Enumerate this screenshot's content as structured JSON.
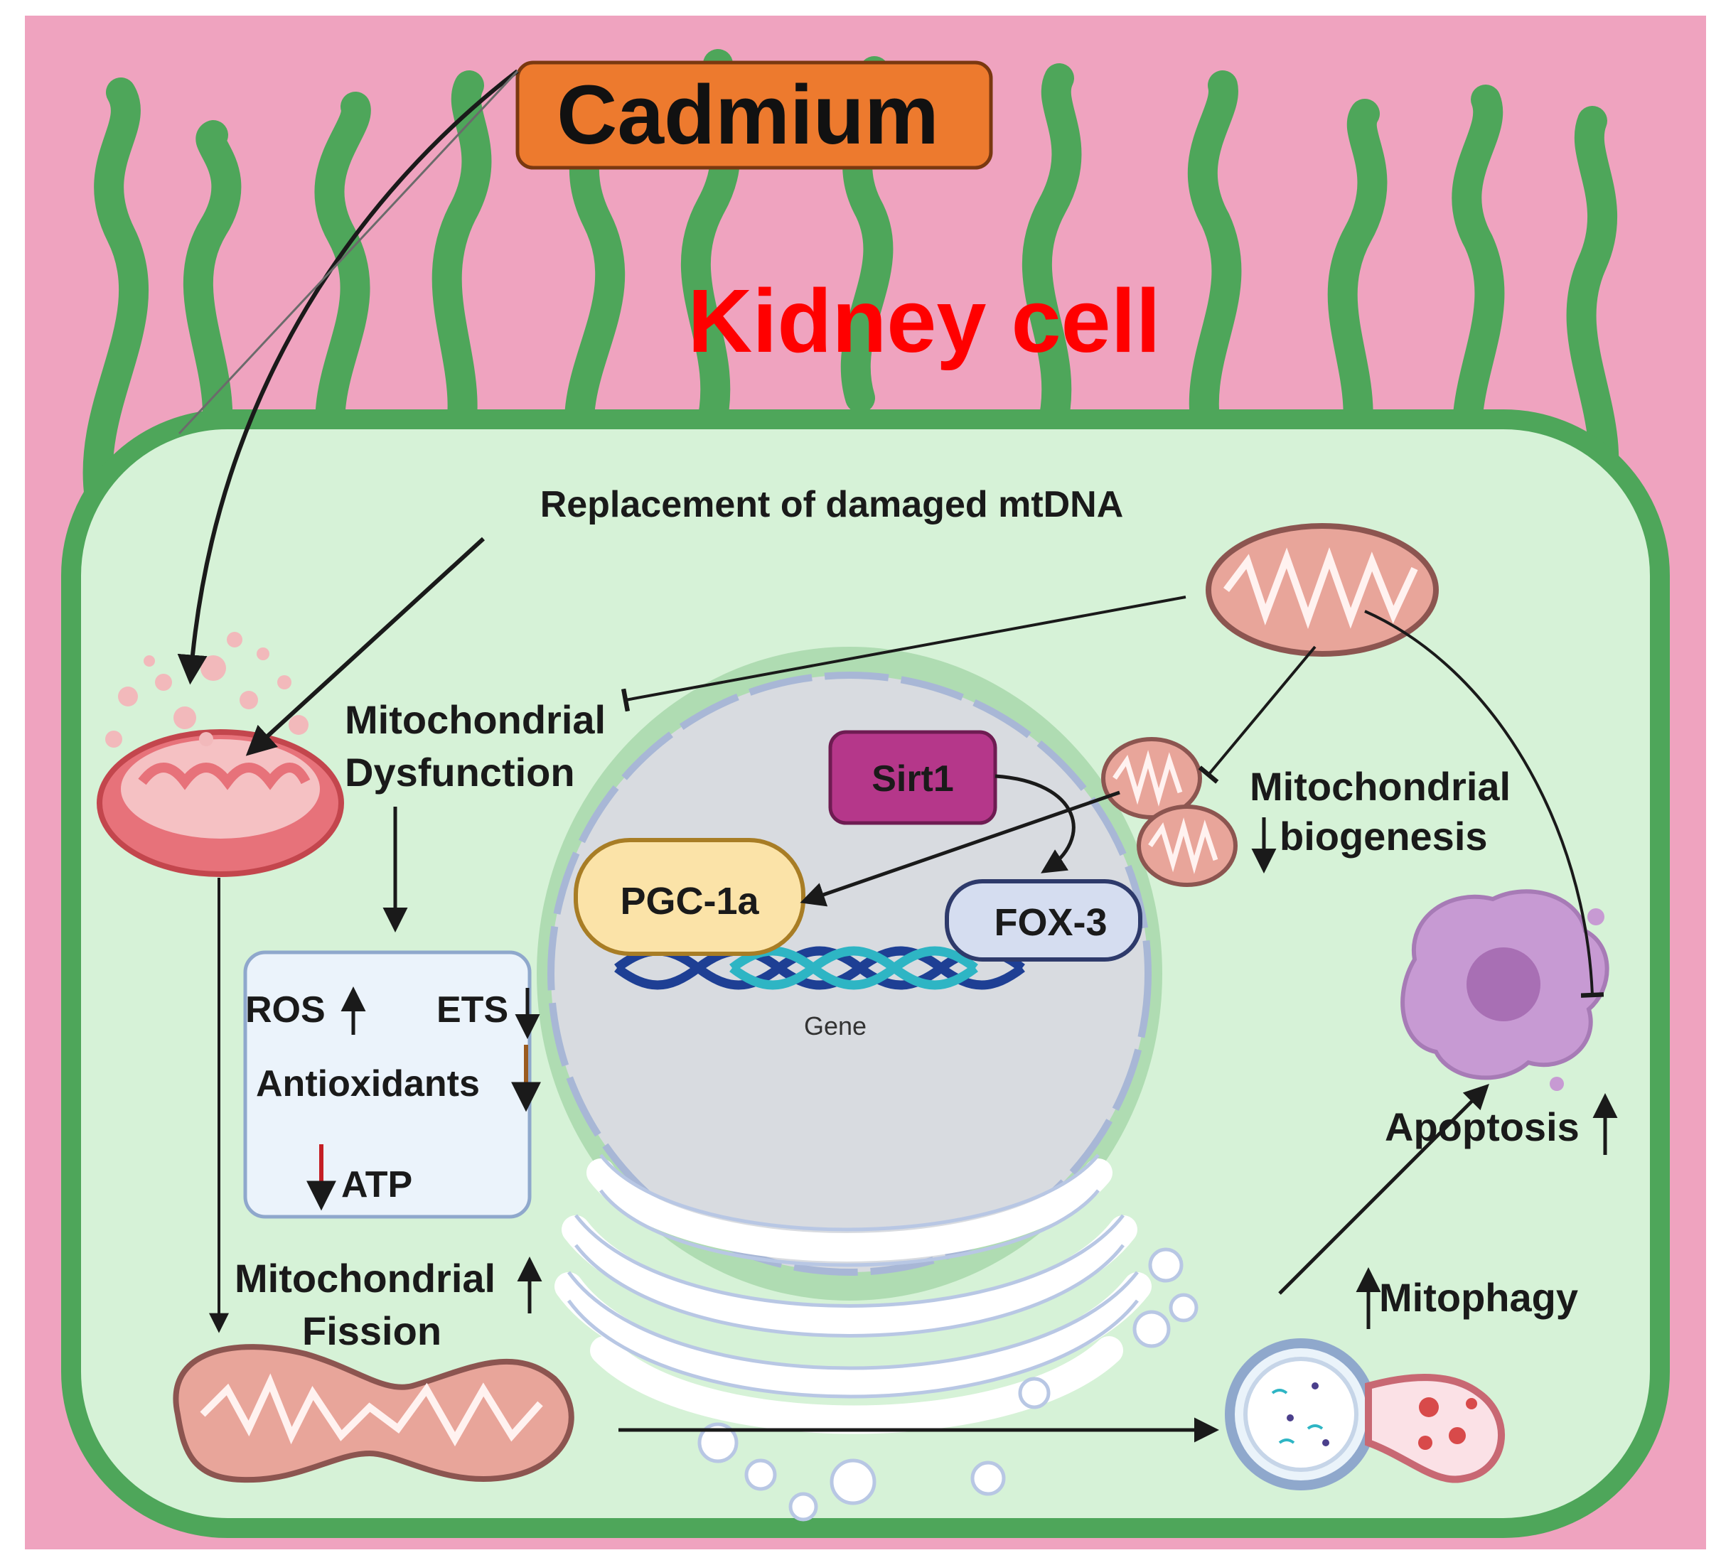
{
  "title": "Kidney cell",
  "cadmium_label": "Cadmium",
  "replacement_label": "Replacement of damaged mtDNA",
  "mito_dysfunction": {
    "line1": "Mitochondrial",
    "line2": "Dysfunction"
  },
  "box": {
    "ros": "ROS",
    "ets": "ETS",
    "antioxidants": "Antioxidants",
    "atp": "ATP"
  },
  "mito_fission": {
    "line1": "Mitochondrial",
    "line2": "Fission"
  },
  "sirt1": "Sirt1",
  "pgc1a": "PGC-1a",
  "fox3": "FOX-3",
  "gene_label": "Gene",
  "mito_biogenesis": {
    "line1": "Mitochondrial",
    "line2": "biogenesis"
  },
  "apoptosis": "Apoptosis",
  "mitophagy": "Mitophagy",
  "colors": {
    "background": "#EFA3BF",
    "membrane": "#4EA65A",
    "cytoplasm": "#D6F2D7",
    "nucleus": "#D8DBE0",
    "title_red": "#FF0000",
    "cadmium_orange": "#ED7A2E",
    "sirt1_magenta": "#B5378A",
    "pgc_fill": "#FBE3A8",
    "fox_fill": "#D5DDF0",
    "mito": "#E8A59A",
    "apoptotic_cell": "#C79AD3"
  }
}
